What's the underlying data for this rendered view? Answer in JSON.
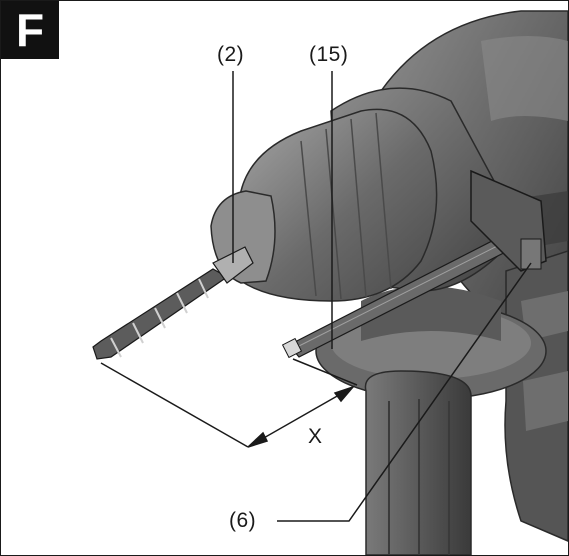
{
  "figure": {
    "panel_letter": "F",
    "callouts": {
      "drill_bit": "(2)",
      "depth_stop": "(15)",
      "depth_stop_clamp": "(6)",
      "dimension": "X"
    },
    "colors": {
      "body": "#6f6f6f",
      "body_dark": "#4a4a4a",
      "body_light": "#9a9a9a",
      "line": "#1a1a1a",
      "badge": "#111111"
    }
  }
}
